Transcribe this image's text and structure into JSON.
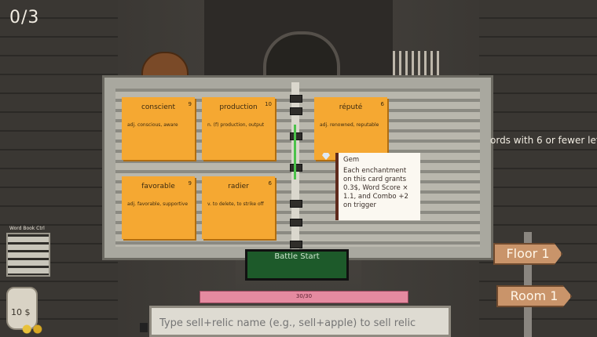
{
  "hud": {
    "counter": "0/3"
  },
  "book": {
    "cards": [
      {
        "word": "conscient",
        "num": "9",
        "def": "adj. conscious, aware"
      },
      {
        "word": "production",
        "num": "10",
        "def": "n. (f) production, output"
      },
      {
        "word": "favorable",
        "num": "9",
        "def": "adj. favorable, supportive"
      },
      {
        "word": "radier",
        "num": "6",
        "def": "v. to delete, to strike off"
      },
      {
        "word": "réputé",
        "num": "6",
        "def": "adj. renowned, reputable"
      }
    ]
  },
  "tooltip": {
    "title": "Gem",
    "body": "Each enchantment on this card grants 0.3$, Word Score × 1.1, and Combo +2 on trigger"
  },
  "side_hint": "ords with 6 or fewer let",
  "word_book_ctrl_label": "Word Book Ctrl",
  "money": {
    "label": "10 $"
  },
  "signs": {
    "floor": "Floor 1",
    "room": "Room 1"
  },
  "board": {
    "text": "Battle Start"
  },
  "progress": {
    "text": "30/30",
    "value": 1.0
  },
  "input": {
    "placeholder": "Type sell+relic name (e.g., sell+apple) to sell relic"
  },
  "colors": {
    "card": "#f5a832",
    "progress": "#e58aa0",
    "tooltip_border": "#5e2a1c"
  }
}
